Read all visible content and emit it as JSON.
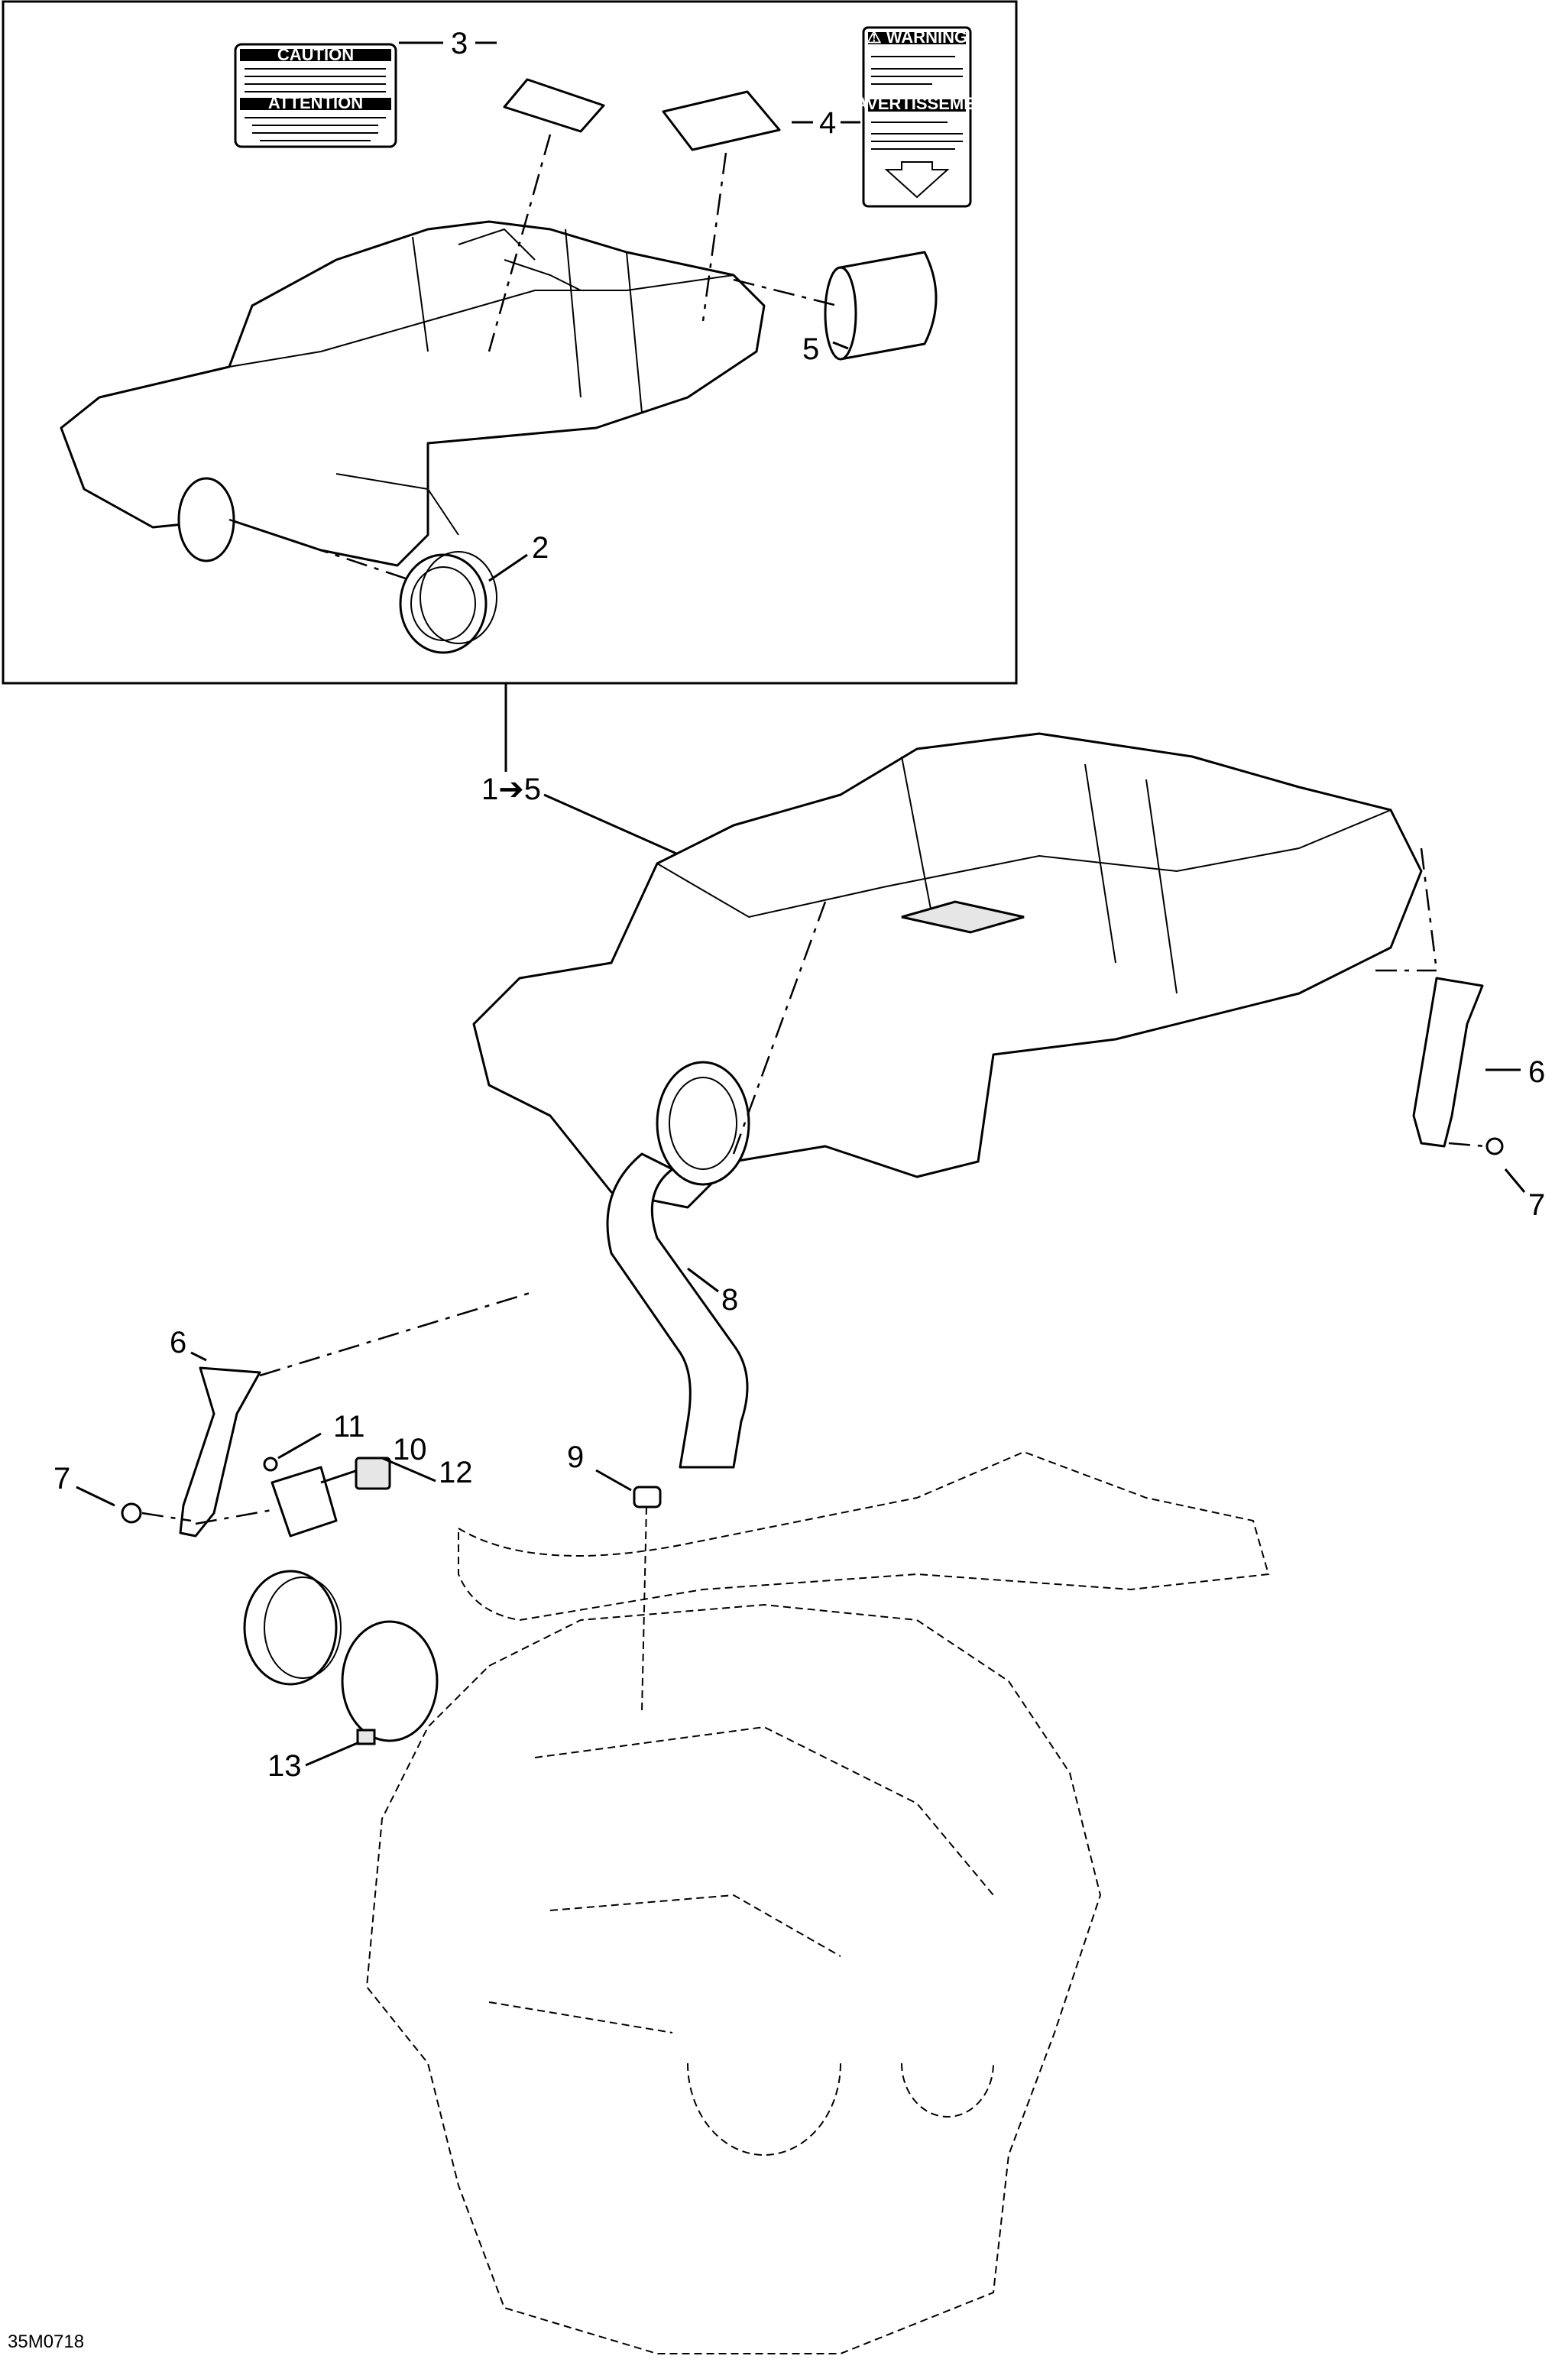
{
  "diagram": {
    "drawing_id": "35M0718",
    "callouts": {
      "c1to5": "1➔5",
      "c2": "2",
      "c3": "3",
      "c4": "4",
      "c5": "5",
      "c6a": "6",
      "c6b": "6",
      "c7a": "7",
      "c7b": "7",
      "c8": "8",
      "c9": "9",
      "c10": "10",
      "c11": "11",
      "c12": "12",
      "c13": "13"
    },
    "decals": {
      "caution_title": "CAUTION",
      "attention_title": "ATTENTION",
      "warning_title": "⚠ WARNING",
      "avertissement_title": "⚠ AVERTISSEMENT"
    }
  }
}
